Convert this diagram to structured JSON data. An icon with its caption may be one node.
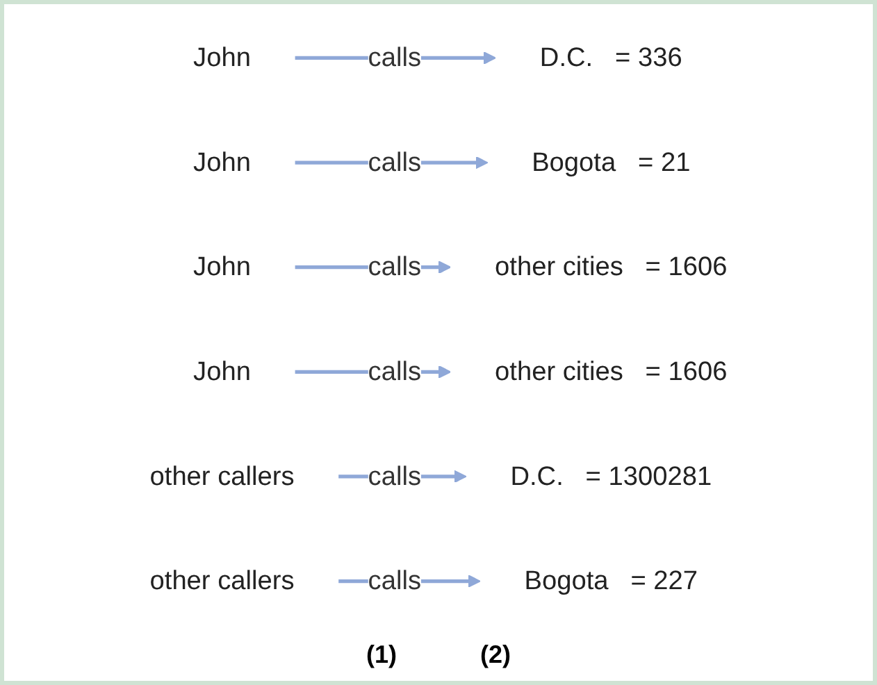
{
  "diagram": {
    "nodes": [
      {
        "text": [
          "John"
        ]
      },
      {
        "text": [
          "D.C."
        ],
        "beside": [
          "= 336"
        ]
      },
      {
        "text": [
          "John"
        ]
      },
      {
        "text": [
          "Bogota"
        ],
        "beside": [
          "= 21"
        ]
      },
      {
        "text": [
          "John"
        ]
      },
      {
        "text": [
          "other cities"
        ],
        "beside": [
          "= 1606"
        ]
      },
      {
        "text": [
          "John"
        ]
      },
      {
        "text": [
          "other cities"
        ],
        "beside": [
          "= 1606"
        ]
      },
      {
        "text": [
          "other callers"
        ]
      },
      {
        "text": [
          "D.C."
        ],
        "beside": [
          "= 1300281"
        ]
      },
      {
        "text": [
          "other callers"
        ]
      },
      {
        "text": [
          "Bogota"
        ],
        "beside": [
          "= 227"
        ]
      }
    ],
    "edges": [
      {
        "from": 0,
        "to": 1,
        "arrow": "to",
        "label": "calls"
      },
      {
        "from": 2,
        "to": 3,
        "arrow": "to",
        "label": "calls"
      },
      {
        "from": 4,
        "to": 5,
        "arrow": "to",
        "label": "calls"
      },
      {
        "from": 6,
        "to": 7,
        "arrow": "to",
        "label": "calls"
      },
      {
        "from": 8,
        "to": 9,
        "arrow": "to",
        "label": "calls"
      },
      {
        "from": 10,
        "to": 11,
        "arrow": "to",
        "label": "calls"
      }
    ],
    "labels": [
      "(1)",
      "(2)"
    ]
  }
}
